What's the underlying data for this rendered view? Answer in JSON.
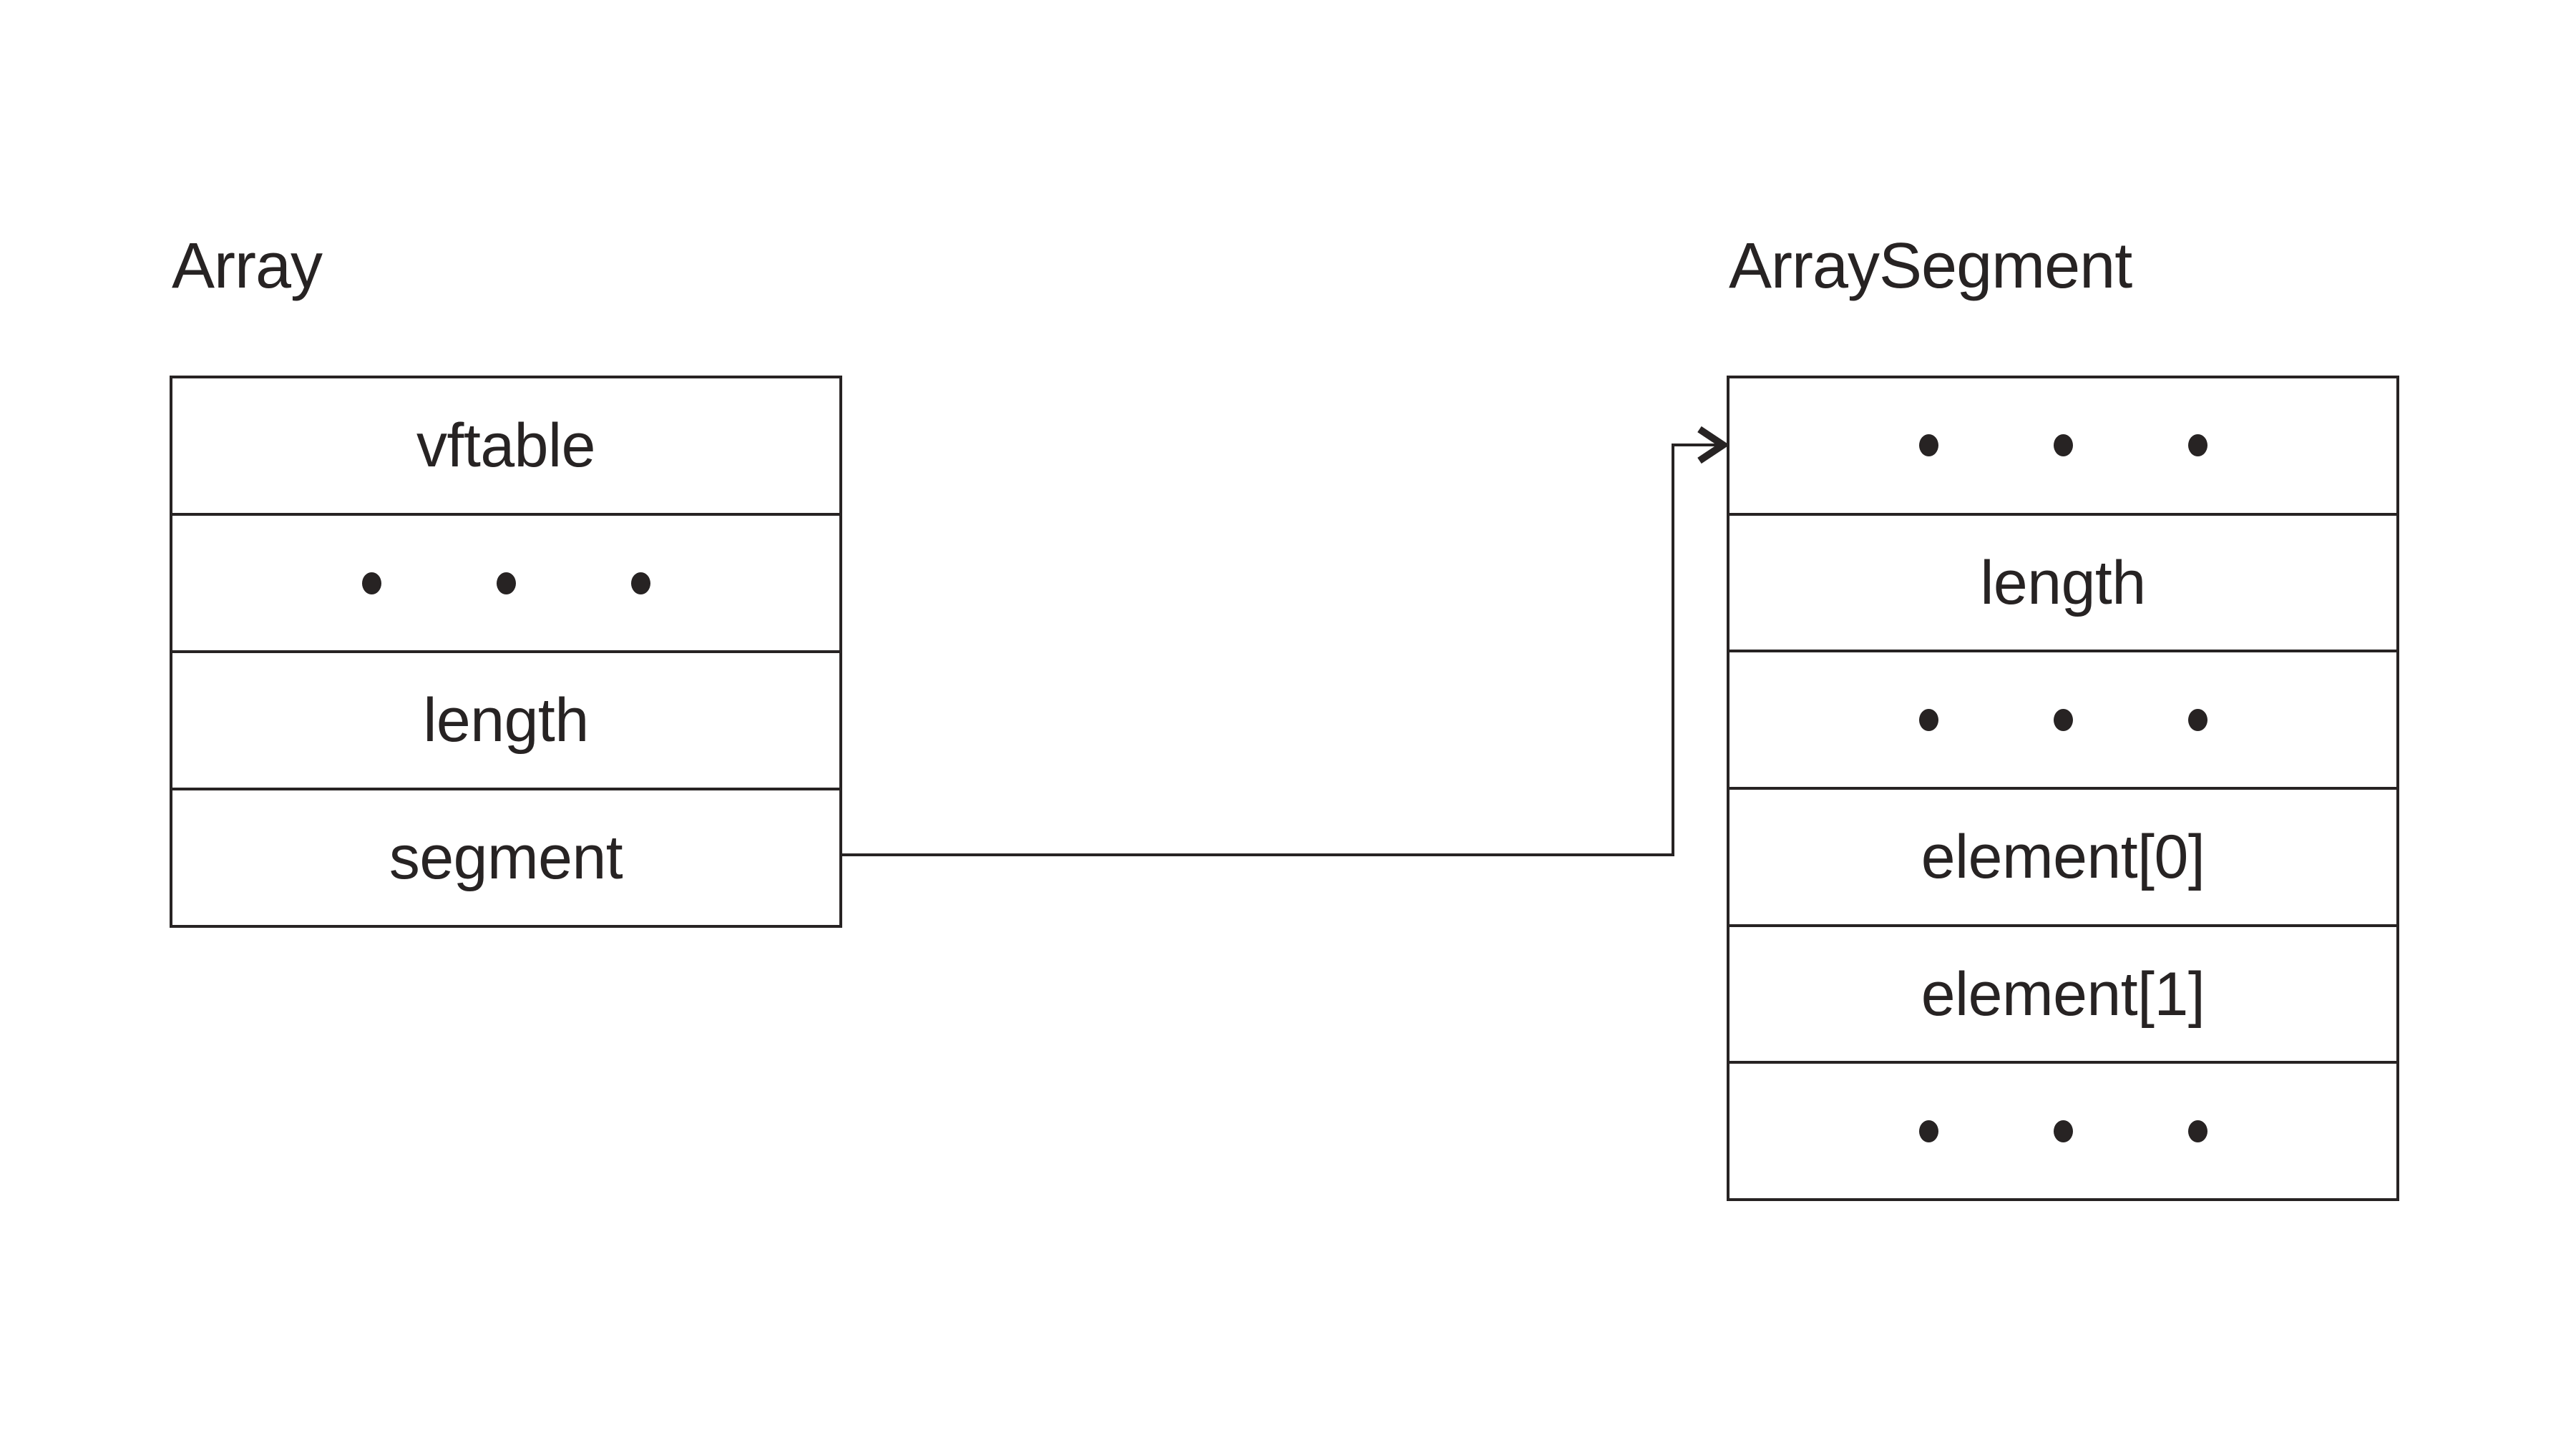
{
  "figure": {
    "background_color": "#ffffff",
    "line_color": "#272323",
    "text_color": "#272323"
  },
  "array_struct": {
    "title": "Array",
    "rows": [
      {
        "kind": "label",
        "text": "vftable"
      },
      {
        "kind": "dots"
      },
      {
        "kind": "label",
        "text": "length"
      },
      {
        "kind": "label",
        "text": "segment"
      }
    ]
  },
  "segment_struct": {
    "title": "ArraySegment",
    "rows": [
      {
        "kind": "dots"
      },
      {
        "kind": "label",
        "text": "length"
      },
      {
        "kind": "dots"
      },
      {
        "kind": "label",
        "text": "element[0]"
      },
      {
        "kind": "label",
        "text": "element[1]"
      },
      {
        "kind": "dots"
      }
    ]
  },
  "connector": {
    "type": "elbow-arrow",
    "from": "Array.segment",
    "to": "ArraySegment"
  }
}
